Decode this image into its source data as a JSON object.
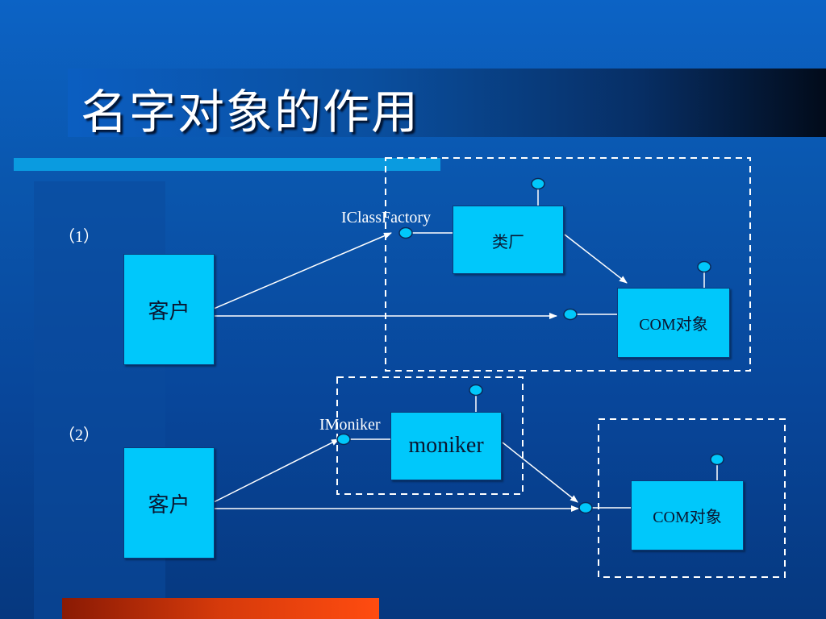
{
  "slide": {
    "title": "名字对象的作用"
  },
  "scenario1": {
    "label": "（1）",
    "client": "客户",
    "factory": "类厂",
    "com_object": "COM对象",
    "interface": "IClassFactory"
  },
  "scenario2": {
    "label": "（2）",
    "client": "客户",
    "moniker": "moniker",
    "com_object": "COM对象",
    "interface": "IMoniker"
  },
  "colors": {
    "box_fill": "#00c8fb",
    "connector_dot": "#00c8fb",
    "line": "#ffffff",
    "accent_bar": "#0a9be0",
    "bottom_bar": "#d63a0b"
  }
}
